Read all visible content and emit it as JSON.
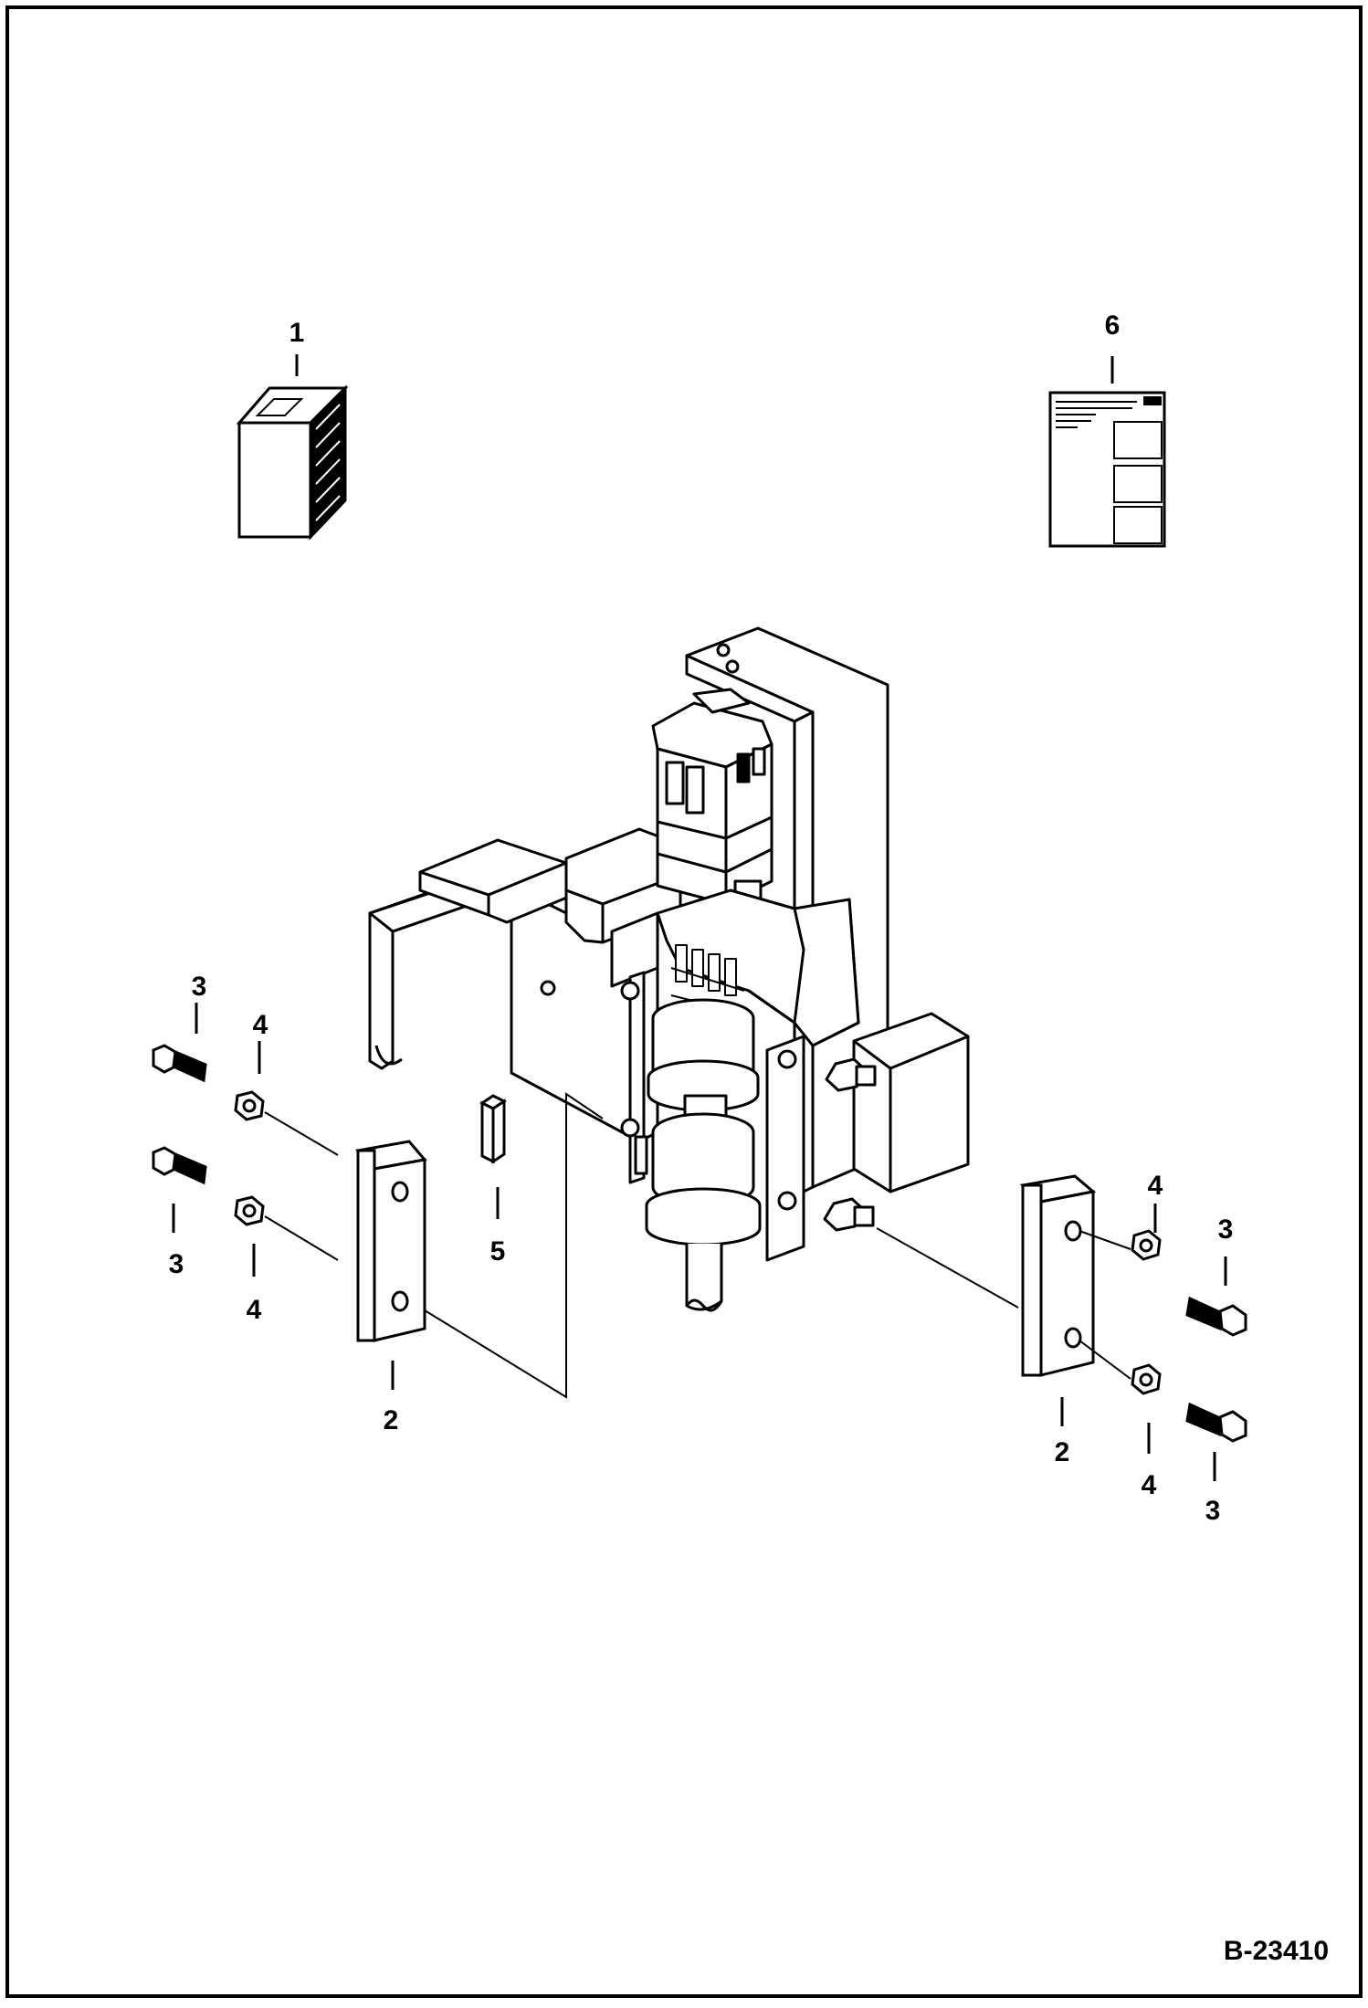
{
  "figure": {
    "reference_code": "B-23410",
    "callouts": {
      "kit": "1",
      "bracket_left": "2",
      "bracket_right": "2",
      "bolt_left_upper": "3",
      "bolt_left_lower": "3",
      "bolt_right_upper": "3",
      "bolt_right_lower": "3",
      "nut_left_upper": "4",
      "nut_left_lower": "4",
      "nut_right_upper": "4",
      "nut_right_lower": "4",
      "key": "5",
      "instruction_sheet": "6"
    }
  },
  "colors": {
    "line": "#000000",
    "paper": "#ffffff",
    "frame": "#000000"
  }
}
